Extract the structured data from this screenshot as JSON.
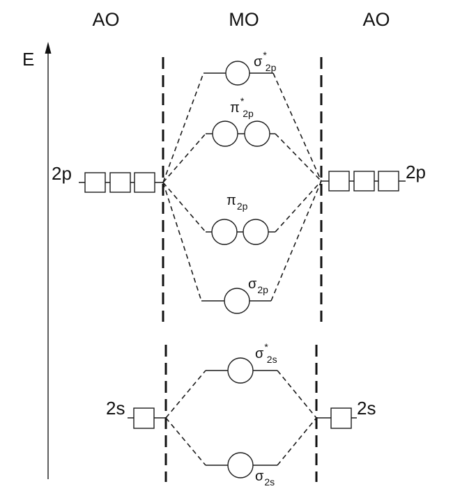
{
  "headers": {
    "ao_left": "AO",
    "mo": "MO",
    "ao_right": "AO"
  },
  "axis": {
    "label": "E"
  },
  "atomic_orbitals": {
    "left_2p": "2p",
    "right_2p": "2p",
    "left_2s": "2s",
    "right_2s": "2s"
  },
  "molecular_orbitals": {
    "sigma_star_2p": {
      "symbol": "σ",
      "sup": "*",
      "sub": "2p"
    },
    "pi_star_2p": {
      "symbol": "π",
      "sup": "*",
      "sub": "2p"
    },
    "pi_2p": {
      "symbol": "π",
      "sub": "2p"
    },
    "sigma_2p": {
      "symbol": "σ",
      "sub": "2p"
    },
    "sigma_star_2s": {
      "symbol": "σ",
      "sup": "*",
      "sub": "2s"
    },
    "sigma_2s": {
      "symbol": "σ",
      "sub": "2s"
    }
  }
}
